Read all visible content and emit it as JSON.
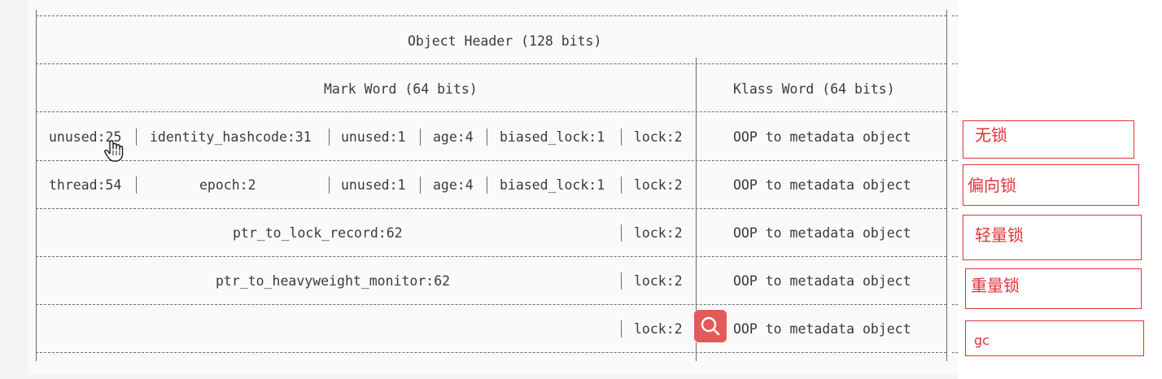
{
  "header": {
    "object_header": "Object Header (128 bits)"
  },
  "subheader": {
    "mark_word": "Mark Word (64 bits)",
    "klass_word": "Klass Word (64 bits)"
  },
  "rows": [
    {
      "fields": [
        "unused:25",
        "identity_hashcode:31",
        "unused:1",
        "age:4",
        "biased_lock:1",
        "lock:2"
      ],
      "klass": "OOP to metadata object",
      "state": "无锁"
    },
    {
      "fields": [
        "thread:54",
        "epoch:2",
        "unused:1",
        "age:4",
        "biased_lock:1",
        "lock:2"
      ],
      "klass": "OOP to metadata object",
      "state": "偏向锁"
    },
    {
      "fields": [
        "ptr_to_lock_record:62",
        "lock:2"
      ],
      "klass": "OOP to metadata object",
      "state": "轻量锁"
    },
    {
      "fields": [
        "ptr_to_heavyweight_monitor:62",
        "lock:2"
      ],
      "klass": "OOP to metadata object",
      "state": "重量锁"
    },
    {
      "fields": [
        "lock:2"
      ],
      "klass": "OOP to metadata object",
      "state": "gc"
    }
  ],
  "icons": {
    "search": "search-icon",
    "cursor": "hand-cursor-icon"
  },
  "colors": {
    "annotation": "#e0333a",
    "search_button": "#e35a5a",
    "text": "#3a3a3a"
  }
}
